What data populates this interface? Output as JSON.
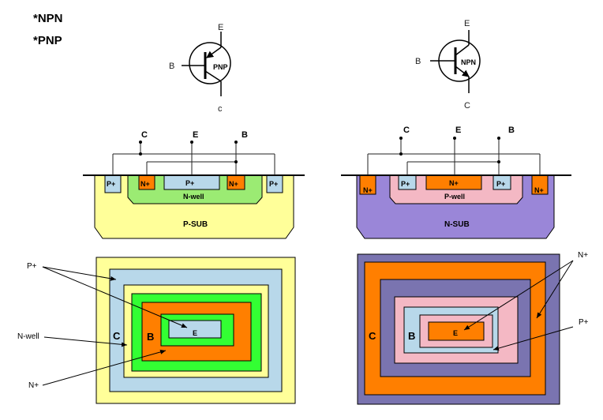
{
  "headings": {
    "npn": "*NPN",
    "pnp": "*PNP"
  },
  "pnp_symbol": {
    "emitter": "E",
    "base": "B",
    "collector": "c",
    "type": "PNP"
  },
  "npn_symbol": {
    "emitter": "E",
    "base": "B",
    "collector": "C",
    "type": "NPN"
  },
  "pnp_cross": {
    "pin_c": "C",
    "pin_e": "E",
    "pin_b": "B",
    "p_plus": "P+",
    "n_plus": "N+",
    "well": "N-well",
    "substrate": "P-SUB"
  },
  "npn_cross": {
    "pin_c": "C",
    "pin_e": "E",
    "pin_b": "B",
    "p_plus": "P+",
    "n_plus": "N+",
    "well": "P-well",
    "substrate": "N-SUB"
  },
  "pnp_layout": {
    "c": "C",
    "b": "B",
    "e": "E",
    "callout_pplus": "P+",
    "callout_nwell": "N-well",
    "callout_nplus": "N+"
  },
  "npn_layout": {
    "c": "C",
    "b": "B",
    "e": "E",
    "callout_nplus": "N+",
    "callout_pplus": "P+"
  },
  "colors": {
    "yellow": "#FFFF99",
    "light_blue": "#B8D8EA",
    "green": "#33FF33",
    "orange": "#FF7F00",
    "pink": "#F4B8C4",
    "purple": "#9A86D8",
    "slate_purple": "#7A74B0",
    "well_green": "#9BEB73"
  }
}
